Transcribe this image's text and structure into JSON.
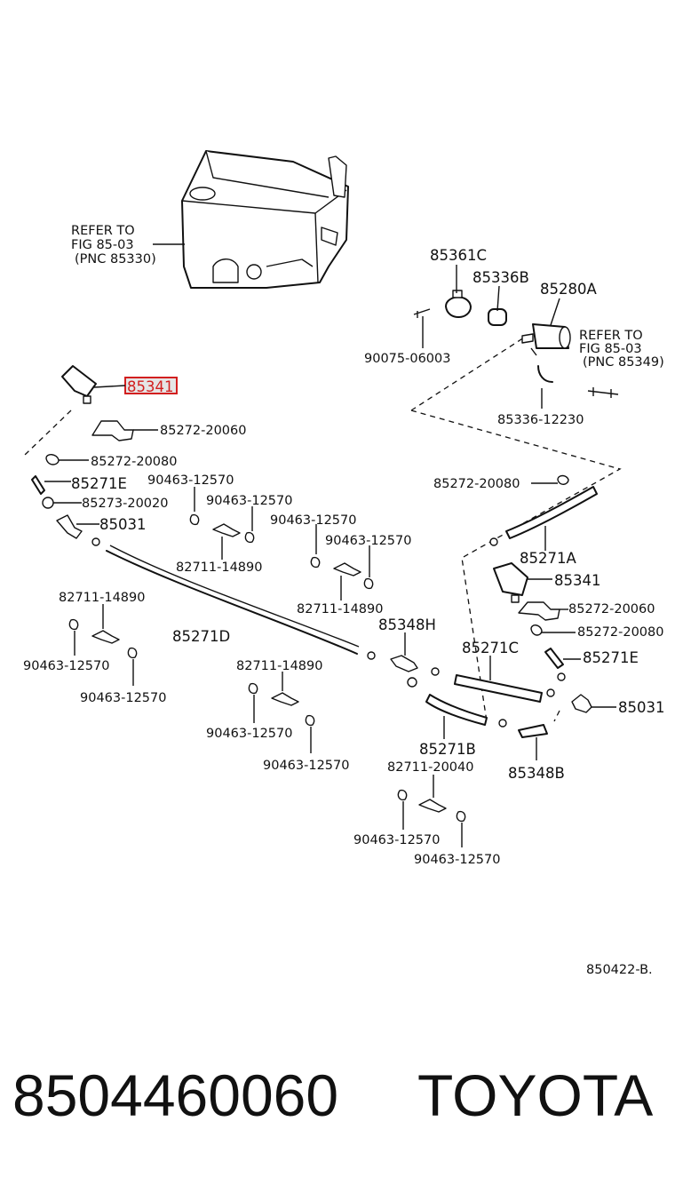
{
  "diagram": {
    "refer_blocks": {
      "tank": [
        "REFER TO",
        "FIG 85-03",
        "(PNC 85330)"
      ],
      "pump": [
        "REFER TO",
        "FIG 85-03",
        "(PNC 85349)"
      ]
    },
    "highlighted_part": "85341",
    "labels": {
      "l85361C": "85361C",
      "l85336B": "85336B",
      "l85280A": "85280A",
      "l90075": "90075-06003",
      "l85336_12230": "85336-12230",
      "l85272_20060a": "85272-20060",
      "l85272_20080a": "85272-20080",
      "l85271E_a": "85271E",
      "l85273": "85273-20020",
      "l85031_a": "85031",
      "l90463_a": "90463-12570",
      "l90463_b": "90463-12570",
      "l90463_c": "90463-12570",
      "l90463_d": "90463-12570",
      "l82711_a": "82711-14890",
      "l82711_b": "82711-14890",
      "l85272_20080b": "85272-20080",
      "l85271A": "85271A",
      "l85341_b": "85341",
      "l85272_20060b": "85272-20060",
      "l85272_20080c": "85272-20080",
      "l85271E_b": "85271E",
      "l85031_b": "85031",
      "l82711_c": "82711-14890",
      "l90463_e": "90463-12570",
      "l90463_f": "90463-12570",
      "l85271D": "85271D",
      "l85348H": "85348H",
      "l85271C": "85271C",
      "l82711_d": "82711-14890",
      "l90463_g": "90463-12570",
      "l90463_h": "90463-12570",
      "l85271B": "85271B",
      "l85348B": "85348B",
      "l82711_e": "82711-20040",
      "l90463_i": "90463-12570",
      "l90463_j": "90463-12570"
    },
    "figure_code": "850422-B."
  },
  "footer": {
    "part_number": "8504460060",
    "brand": "TOYOTA"
  }
}
